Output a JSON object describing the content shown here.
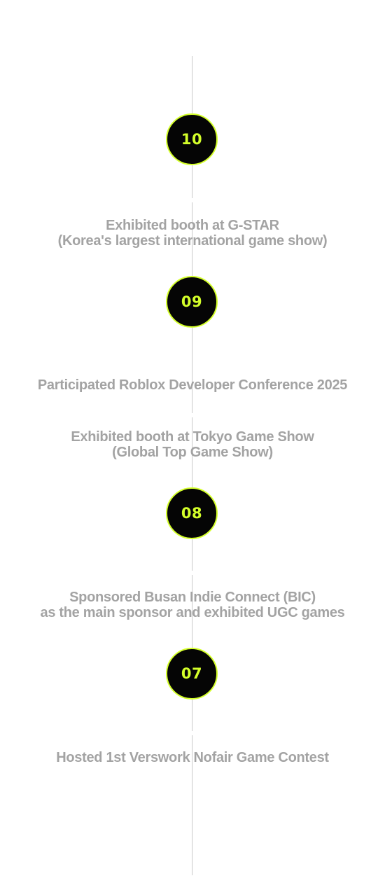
{
  "timeline": {
    "months": [
      {
        "label": "10"
      },
      {
        "label": "09"
      },
      {
        "label": "08"
      },
      {
        "label": "07"
      }
    ],
    "events": [
      {
        "lines": [
          "Exhibited booth at G-STAR",
          "(Korea's largest international game show)"
        ]
      },
      {
        "lines": [
          "Participated Roblox Developer Conference 2025"
        ]
      },
      {
        "lines": [
          "Exhibited booth at Tokyo Game Show",
          "(Global Top Game Show)"
        ]
      },
      {
        "lines": [
          "Sponsored Busan Indie Connect (BIC)",
          "as the main sponsor and exhibited UGC games"
        ]
      },
      {
        "lines": [
          "Hosted 1st Verswork Nofair Game Contest"
        ]
      }
    ]
  },
  "colors": {
    "badge_background": "#050505",
    "badge_accent": "#d4ff2a",
    "event_text": "#a3a3a3",
    "axis_line": "#c9c9c9"
  }
}
